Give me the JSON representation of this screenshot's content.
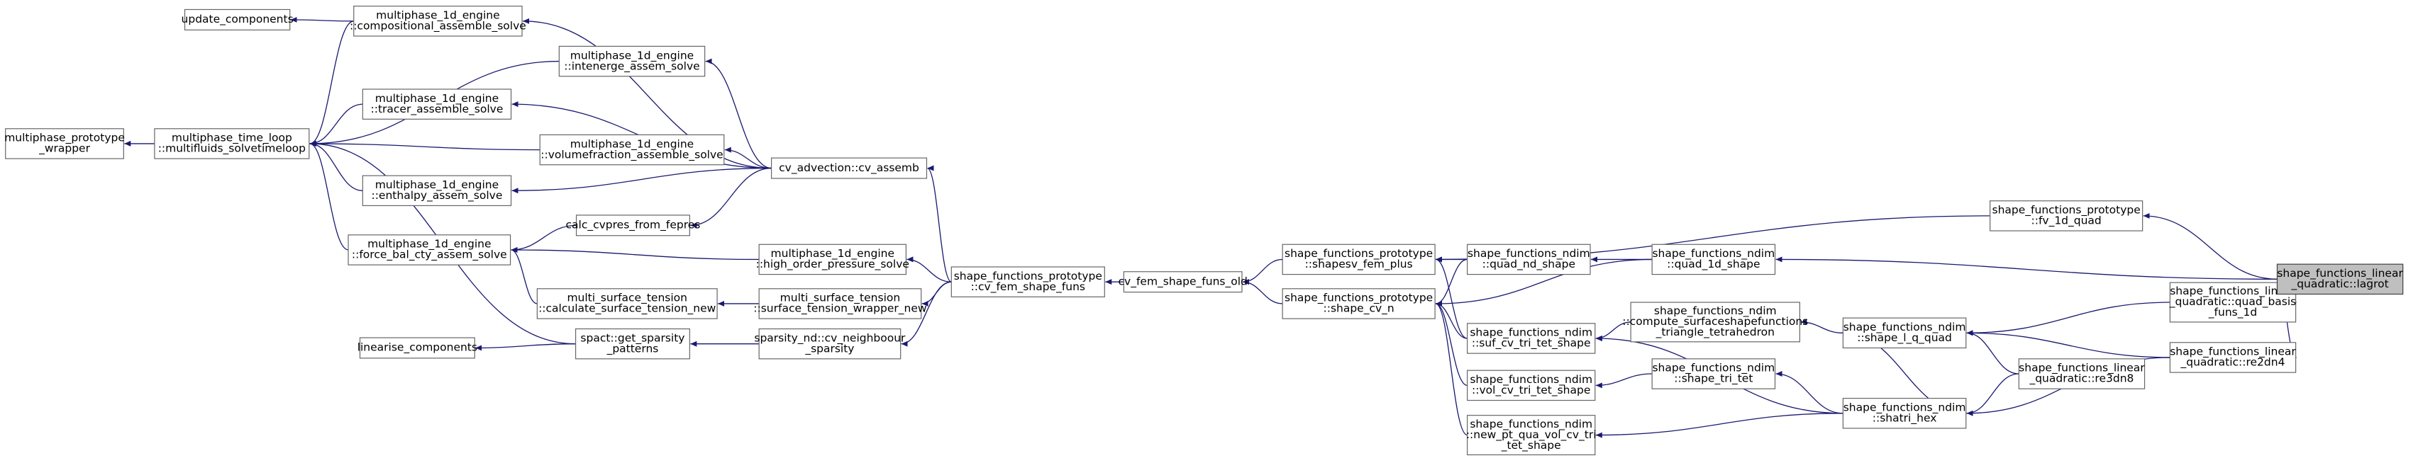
{
  "nodes": [
    {
      "id": "update_components",
      "lines": [
        "update_components"
      ]
    },
    {
      "id": "multiphase_prototype_wrapper",
      "lines": [
        "multiphase_prototype",
        "_wrapper"
      ]
    },
    {
      "id": "multiphase_time_loop",
      "lines": [
        "multiphase_time_loop",
        "::multifluids_solvetimeloop"
      ]
    },
    {
      "id": "compositional_assemble_solve",
      "lines": [
        "multiphase_1d_engine",
        "::compositional_assemble_solve"
      ]
    },
    {
      "id": "intenerge_assem_solve",
      "lines": [
        "multiphase_1d_engine",
        "::intenerge_assem_solve"
      ]
    },
    {
      "id": "tracer_assemble_solve",
      "lines": [
        "multiphase_1d_engine",
        "::tracer_assemble_solve"
      ]
    },
    {
      "id": "volumefraction_assemble_solve",
      "lines": [
        "multiphase_1d_engine",
        "::volumefraction_assemble_solve"
      ]
    },
    {
      "id": "enthalpy_assem_solve",
      "lines": [
        "multiphase_1d_engine",
        "::enthalpy_assem_solve"
      ]
    },
    {
      "id": "cv_assemb",
      "lines": [
        "cv_advection::cv_assemb"
      ]
    },
    {
      "id": "calc_cvpres_from_fepres",
      "lines": [
        "calc_cvpres_from_fepres"
      ]
    },
    {
      "id": "force_bal_cty_assem_solve",
      "lines": [
        "multiphase_1d_engine",
        "::force_bal_cty_assem_solve"
      ]
    },
    {
      "id": "high_order_pressure_solve",
      "lines": [
        "multiphase_1d_engine",
        "::high_order_pressure_solve"
      ]
    },
    {
      "id": "calculate_surface_tension_new",
      "lines": [
        "multi_surface_tension",
        "::calculate_surface_tension_new"
      ]
    },
    {
      "id": "surface_tension_wrapper_new",
      "lines": [
        "multi_surface_tension",
        "::surface_tension_wrapper_new"
      ]
    },
    {
      "id": "linearise_components",
      "lines": [
        "linearise_components"
      ]
    },
    {
      "id": "get_sparsity_patterns",
      "lines": [
        "spact::get_sparsity",
        "_patterns"
      ]
    },
    {
      "id": "cv_neighboour_sparsity",
      "lines": [
        "sparsity_nd::cv_neighboour",
        "_sparsity"
      ]
    },
    {
      "id": "cv_fem_shape_funs",
      "lines": [
        "shape_functions_prototype",
        "::cv_fem_shape_funs"
      ]
    },
    {
      "id": "cv_fem_shape_funs_old",
      "lines": [
        "cv_fem_shape_funs_old"
      ]
    },
    {
      "id": "shapesv_fem_plus",
      "lines": [
        "shape_functions_prototype",
        "::shapesv_fem_plus"
      ]
    },
    {
      "id": "shape_cv_n",
      "lines": [
        "shape_functions_prototype",
        "::shape_cv_n"
      ]
    },
    {
      "id": "quad_nd_shape",
      "lines": [
        "shape_functions_ndim",
        "::quad_nd_shape"
      ]
    },
    {
      "id": "quad_1d_shape",
      "lines": [
        "shape_functions_ndim",
        "::quad_1d_shape"
      ]
    },
    {
      "id": "fv_1d_quad",
      "lines": [
        "shape_functions_prototype",
        "::fv_1d_quad"
      ]
    },
    {
      "id": "suf_cv_tri_tet_shape",
      "lines": [
        "shape_functions_ndim",
        "::suf_cv_tri_tet_shape"
      ]
    },
    {
      "id": "vol_cv_tri_tet_shape",
      "lines": [
        "shape_functions_ndim",
        "::vol_cv_tri_tet_shape"
      ]
    },
    {
      "id": "new_pt_qua_vol_cv_tri_tet_shape",
      "lines": [
        "shape_functions_ndim",
        "::new_pt_qua_vol_cv_tri",
        "_tet_shape"
      ]
    },
    {
      "id": "compute_surfaceshapefunctions",
      "lines": [
        "shape_functions_ndim",
        "::compute_surfaceshapefunctions",
        "_triangle_tetrahedron"
      ]
    },
    {
      "id": "shape_tri_tet",
      "lines": [
        "shape_functions_ndim",
        "::shape_tri_tet"
      ]
    },
    {
      "id": "shape_l_q_quad",
      "lines": [
        "shape_functions_ndim",
        "::shape_l_q_quad"
      ]
    },
    {
      "id": "shatri_hex",
      "lines": [
        "shape_functions_ndim",
        "::shatri_hex"
      ]
    },
    {
      "id": "re3dn8",
      "lines": [
        "shape_functions_linear",
        "_quadratic::re3dn8"
      ]
    },
    {
      "id": "quad_basis_funs_1d",
      "lines": [
        "shape_functions_linear",
        "_quadratic::quad_basis",
        "_funs_1d"
      ]
    },
    {
      "id": "re2dn4",
      "lines": [
        "shape_functions_linear",
        "_quadratic::re2dn4"
      ]
    },
    {
      "id": "lagrot",
      "lines": [
        "shape_functions_linear",
        "_quadratic::lagrot"
      ]
    }
  ],
  "edges": [
    [
      "lagrot",
      "fv_1d_quad"
    ],
    [
      "lagrot",
      "quad_1d_shape"
    ],
    [
      "lagrot",
      "quad_basis_funs_1d"
    ],
    [
      "lagrot",
      "re2dn4"
    ],
    [
      "fv_1d_quad",
      "shapesv_fem_plus"
    ],
    [
      "quad_1d_shape",
      "quad_nd_shape"
    ],
    [
      "quad_1d_shape",
      "shape_cv_n"
    ],
    [
      "quad_basis_funs_1d",
      "shape_l_q_quad"
    ],
    [
      "re2dn4",
      "shape_l_q_quad"
    ],
    [
      "re2dn4",
      "shatri_hex"
    ],
    [
      "re3dn8",
      "shape_l_q_quad"
    ],
    [
      "re3dn8",
      "shatri_hex"
    ],
    [
      "shape_l_q_quad",
      "compute_surfaceshapefunctions"
    ],
    [
      "shape_l_q_quad",
      "shatri_hex"
    ],
    [
      "compute_surfaceshapefunctions",
      "suf_cv_tri_tet_shape"
    ],
    [
      "shatri_hex",
      "suf_cv_tri_tet_shape"
    ],
    [
      "shatri_hex",
      "shape_tri_tet"
    ],
    [
      "shatri_hex",
      "new_pt_qua_vol_cv_tri_tet_shape"
    ],
    [
      "shape_tri_tet",
      "vol_cv_tri_tet_shape"
    ],
    [
      "suf_cv_tri_tet_shape",
      "shapesv_fem_plus"
    ],
    [
      "suf_cv_tri_tet_shape",
      "shape_cv_n"
    ],
    [
      "vol_cv_tri_tet_shape",
      "shape_cv_n"
    ],
    [
      "new_pt_qua_vol_cv_tri_tet_shape",
      "shape_cv_n"
    ],
    [
      "quad_nd_shape",
      "shapesv_fem_plus"
    ],
    [
      "quad_nd_shape",
      "shape_cv_n"
    ],
    [
      "shapesv_fem_plus",
      "cv_fem_shape_funs_old"
    ],
    [
      "shape_cv_n",
      "cv_fem_shape_funs_old"
    ],
    [
      "cv_fem_shape_funs_old",
      "cv_fem_shape_funs"
    ],
    [
      "cv_fem_shape_funs",
      "cv_assemb"
    ],
    [
      "cv_fem_shape_funs",
      "high_order_pressure_solve"
    ],
    [
      "cv_fem_shape_funs",
      "surface_tension_wrapper_new"
    ],
    [
      "cv_fem_shape_funs",
      "cv_neighboour_sparsity"
    ],
    [
      "cv_assemb",
      "intenerge_assem_solve"
    ],
    [
      "cv_assemb",
      "compositional_assemble_solve"
    ],
    [
      "cv_assemb",
      "tracer_assemble_solve"
    ],
    [
      "cv_assemb",
      "volumefraction_assemble_solve"
    ],
    [
      "cv_assemb",
      "enthalpy_assem_solve"
    ],
    [
      "cv_assemb",
      "calc_cvpres_from_fepres"
    ],
    [
      "calc_cvpres_from_fepres",
      "force_bal_cty_assem_solve"
    ],
    [
      "high_order_pressure_solve",
      "force_bal_cty_assem_solve"
    ],
    [
      "surface_tension_wrapper_new",
      "calculate_surface_tension_new"
    ],
    [
      "calculate_surface_tension_new",
      "force_bal_cty_assem_solve"
    ],
    [
      "cv_neighboour_sparsity",
      "get_sparsity_patterns"
    ],
    [
      "get_sparsity_patterns",
      "linearise_components"
    ],
    [
      "get_sparsity_patterns",
      "multiphase_time_loop"
    ],
    [
      "compositional_assemble_solve",
      "update_components"
    ],
    [
      "compositional_assemble_solve",
      "multiphase_time_loop"
    ],
    [
      "intenerge_assem_solve",
      "multiphase_time_loop"
    ],
    [
      "tracer_assemble_solve",
      "multiphase_time_loop"
    ],
    [
      "volumefraction_assemble_solve",
      "multiphase_time_loop"
    ],
    [
      "enthalpy_assem_solve",
      "multiphase_time_loop"
    ],
    [
      "force_bal_cty_assem_solve",
      "multiphase_time_loop"
    ],
    [
      "multiphase_time_loop",
      "multiphase_prototype_wrapper"
    ]
  ],
  "focus_node": "lagrot",
  "colors": {
    "edge": "#191970",
    "node_border": "#666666",
    "focus_fill": "#bfbfbf",
    "background": "#ffffff"
  }
}
